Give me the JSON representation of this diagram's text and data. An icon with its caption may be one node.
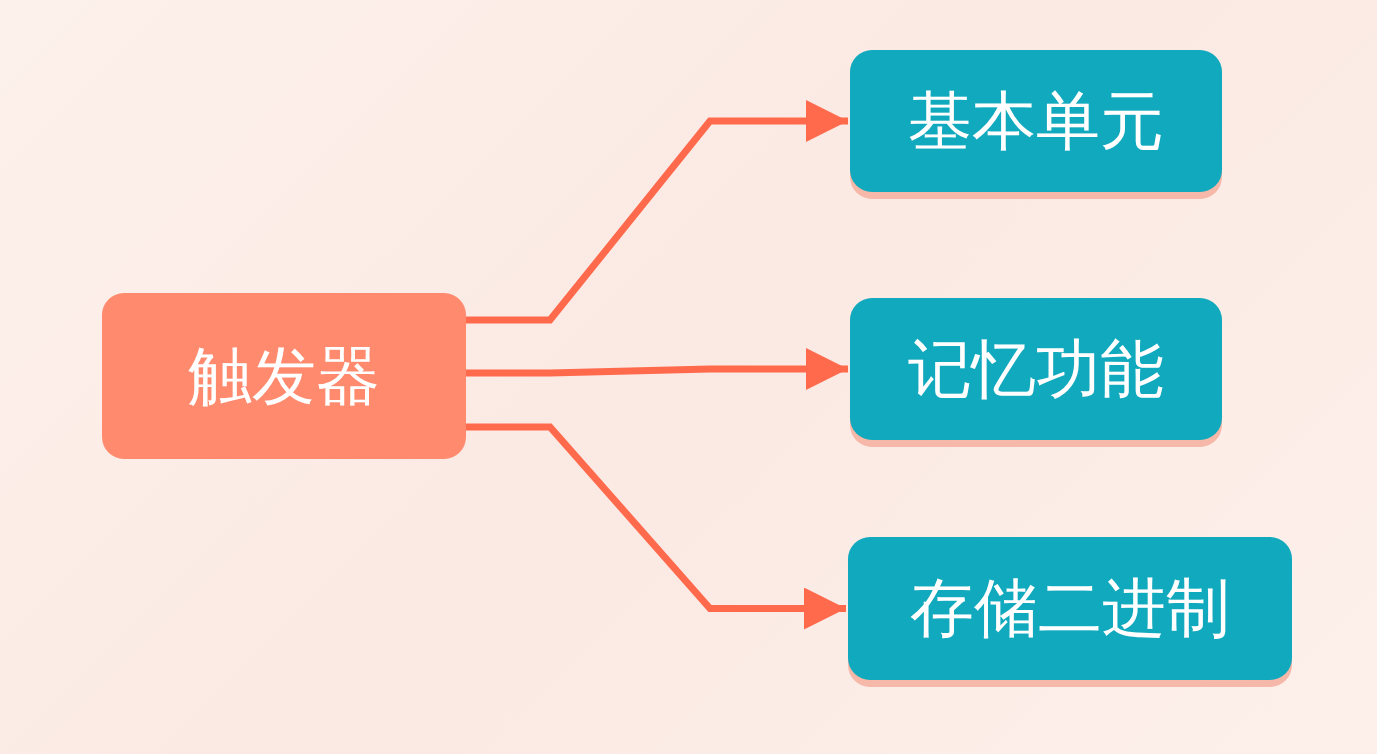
{
  "diagram": {
    "nodes": [
      {
        "text": [
          "触发器"
        ]
      },
      {
        "text": [
          "基本单元"
        ]
      },
      {
        "text": [
          "记忆功能"
        ]
      },
      {
        "text": [
          "存储二进制"
        ]
      }
    ],
    "edges": [
      {
        "from": 0,
        "to": 1,
        "arrow": "to"
      },
      {
        "from": 0,
        "to": 2,
        "arrow": "to"
      },
      {
        "from": 0,
        "to": 3,
        "arrow": "to"
      }
    ]
  }
}
